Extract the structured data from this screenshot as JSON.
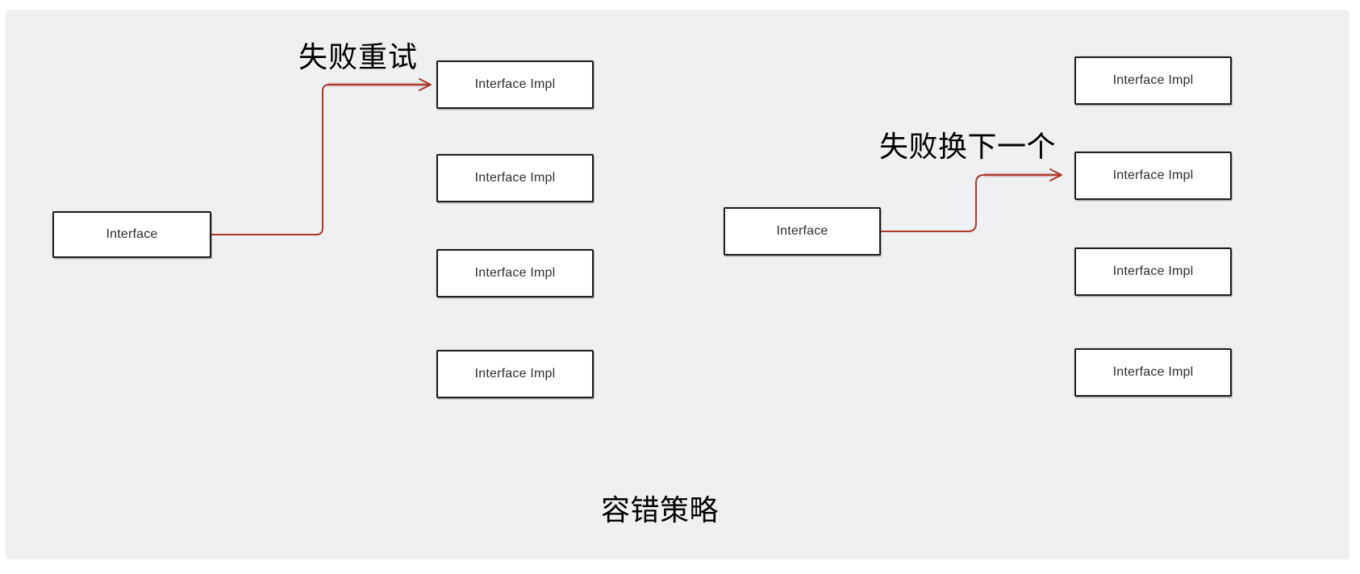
{
  "canvas": {
    "background": "#eef0f2",
    "page_background": "#ffffff"
  },
  "colors": {
    "arrow": "#a93a2c",
    "box_border": "#1e1e1e",
    "box_fill": "#ffffff",
    "label_text": "#000000",
    "box_text": "#2e2e2e"
  },
  "title": "容错策略",
  "strategies": [
    {
      "name": "retry-on-failure",
      "label": "失败重试",
      "interface_label": "Interface",
      "implementations": [
        "Interface Impl",
        "Interface Impl",
        "Interface Impl",
        "Interface Impl"
      ],
      "arrow_target_index": 0
    },
    {
      "name": "failover-to-next",
      "label": "失败换下一个",
      "interface_label": "Interface",
      "implementations": [
        "Interface Impl",
        "Interface Impl",
        "Interface Impl",
        "Interface Impl"
      ],
      "arrow_target_index": 1
    }
  ]
}
